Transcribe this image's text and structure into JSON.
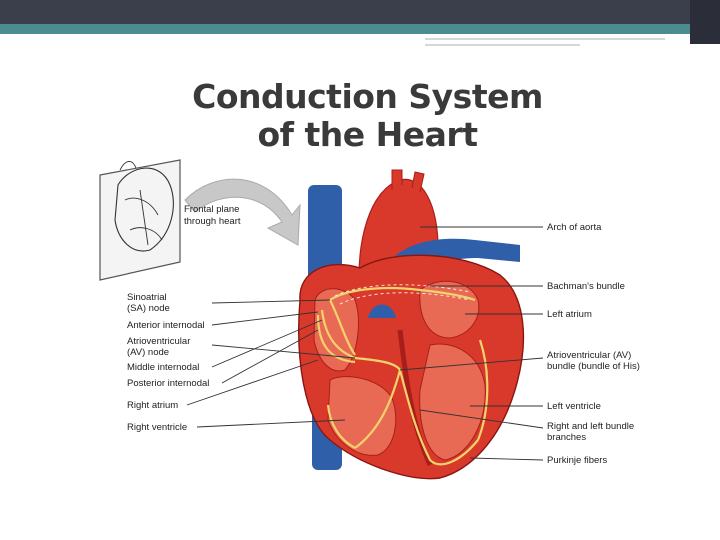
{
  "title": {
    "line1": "Conduction System",
    "line2": "of the Heart"
  },
  "inset_label": {
    "line1": "Frontal plane",
    "line2": "through heart"
  },
  "left_labels": [
    {
      "line1": "Sinoatrial",
      "line2": "(SA) node"
    },
    {
      "line1": "Anterior internodal",
      "line2": ""
    },
    {
      "line1": "Atrioventricular",
      "line2": "(AV) node"
    },
    {
      "line1": "Middle internodal",
      "line2": ""
    },
    {
      "line1": "Posterior internodal",
      "line2": ""
    },
    {
      "line1": "Right atrium",
      "line2": ""
    },
    {
      "line1": "Right ventricle",
      "line2": ""
    }
  ],
  "right_labels": [
    {
      "line1": "Arch of aorta",
      "line2": ""
    },
    {
      "line1": "Bachman's bundle",
      "line2": ""
    },
    {
      "line1": "Left atrium",
      "line2": ""
    },
    {
      "line1": "Atrioventricular (AV)",
      "line2": "bundle (bundle of His)"
    },
    {
      "line1": "Left ventricle",
      "line2": ""
    },
    {
      "line1": "Right and left bundle",
      "line2": "branches"
    },
    {
      "line1": "Purkinje fibers",
      "line2": ""
    }
  ],
  "colors": {
    "heart_red": "#d9392b",
    "heart_dark": "#a81e1a",
    "vessel_blue": "#2f5fa8",
    "conduction_yellow": "#f2d36b",
    "header_dark": "#3b3f4c",
    "header_teal": "#4c8b90"
  }
}
